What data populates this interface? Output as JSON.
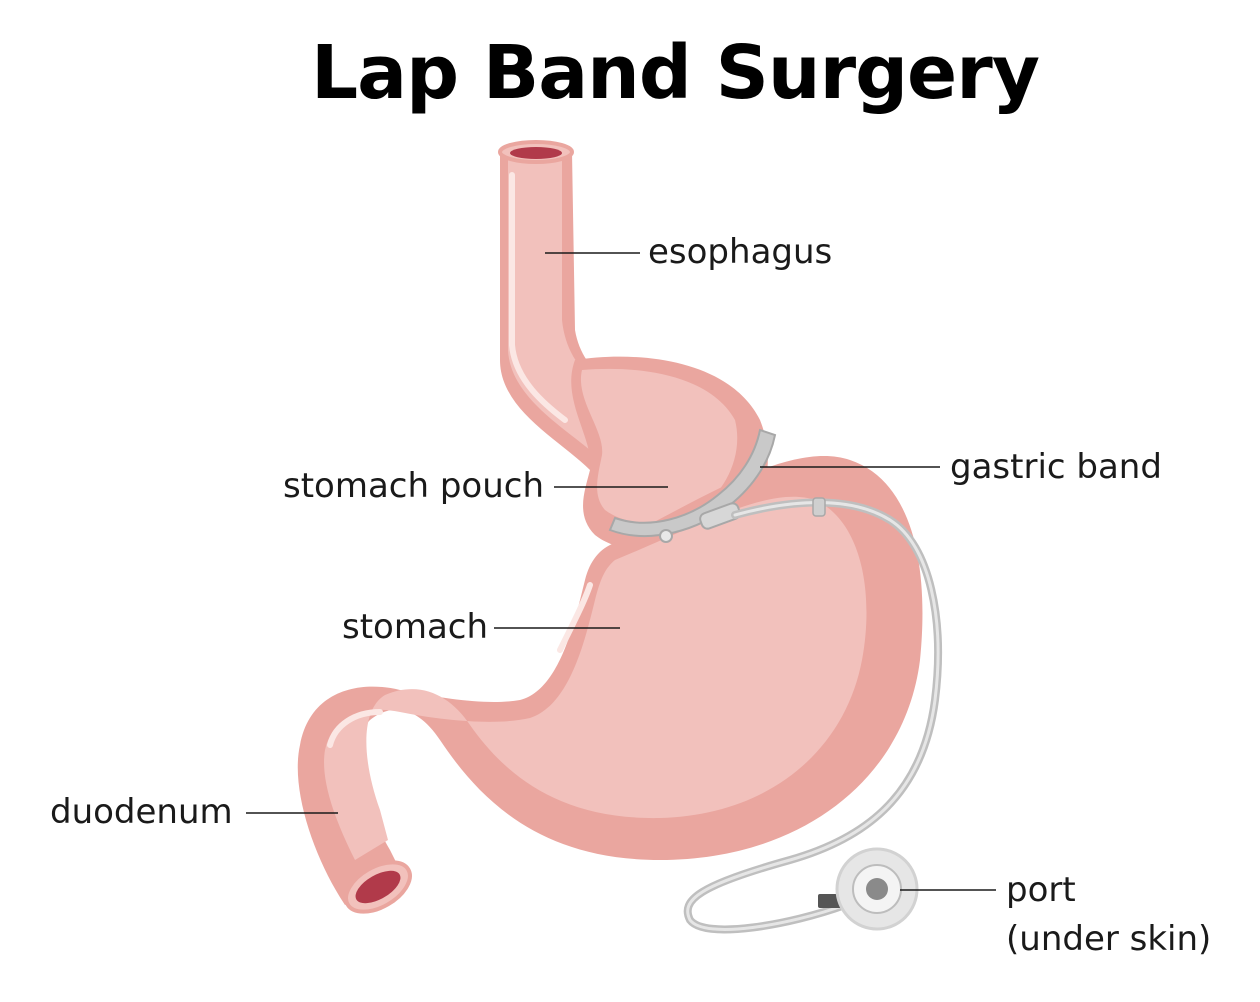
{
  "title": "Lap Band Surgery",
  "labels": {
    "esophagus": "esophagus",
    "gastric_band": "gastric band",
    "stomach_pouch": "stomach pouch",
    "stomach": "stomach",
    "duodenum": "duodenum",
    "port_line1": "port",
    "port_line2": "(under skin)"
  },
  "colors": {
    "tissue_light": "#f2c1bc",
    "tissue_mid": "#eaa69f",
    "tissue_dark": "#e3928b",
    "lumen": "#b13a4a",
    "band": "#c9c9c9",
    "tube": "#bfbfbf"
  }
}
